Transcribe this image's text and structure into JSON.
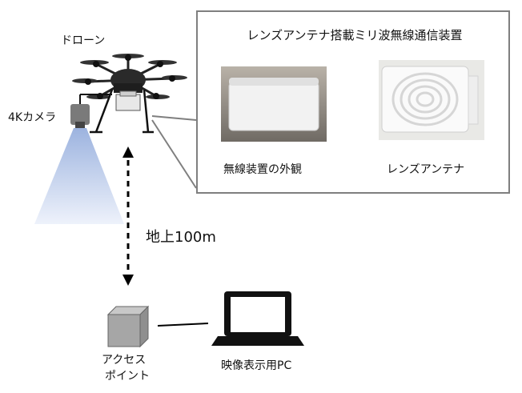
{
  "drone": {
    "label": "ドローン"
  },
  "camera": {
    "label": "4Kカメラ"
  },
  "altitude": {
    "label": "地上100m"
  },
  "callout": {
    "title": "レンズアンテナ搭載ミリ波無線通信装置",
    "left_photo_caption": "無線装置の外観",
    "right_photo_caption": "レンズアンテナ"
  },
  "access_point": {
    "label_line1": "アクセス",
    "label_line2": "ポイント"
  },
  "display_pc": {
    "label": "映像表示用PC"
  },
  "colors": {
    "border": "#7f7f7f",
    "beam_top": "#9fb6e0",
    "beam_bottom": "#eef2fb",
    "drone_body": "#2a2a2a",
    "box_face": "#a6a6a6"
  }
}
